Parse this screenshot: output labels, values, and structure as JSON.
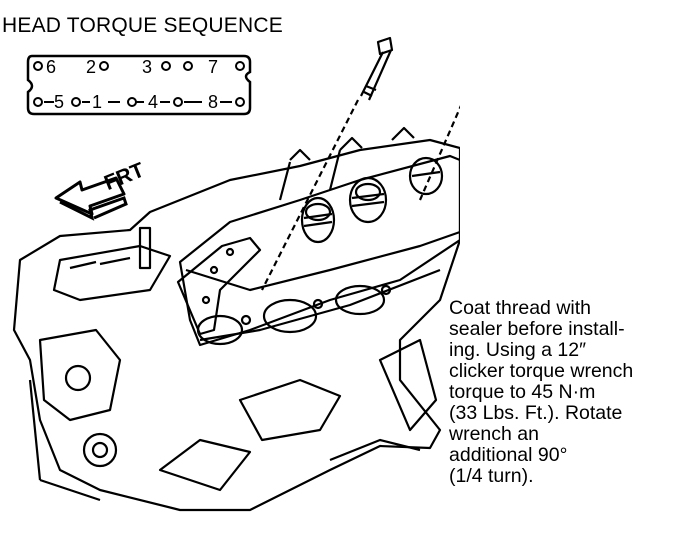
{
  "title": "HEAD TORQUE SEQUENCE",
  "sequence": {
    "top_row": [
      "6",
      "2",
      "3",
      "7"
    ],
    "bottom_row": [
      "5",
      "1",
      "4",
      "8"
    ]
  },
  "direction_label": "FRT",
  "note_lines": [
    "Coat thread with",
    "sealer before install-",
    "ing. Using a 12″",
    "clicker torque wrench",
    "torque to 45 N·m",
    "(33 Lbs. Ft.). Rotate",
    "wrench an",
    "additional 90°",
    "(1/4 turn)."
  ]
}
